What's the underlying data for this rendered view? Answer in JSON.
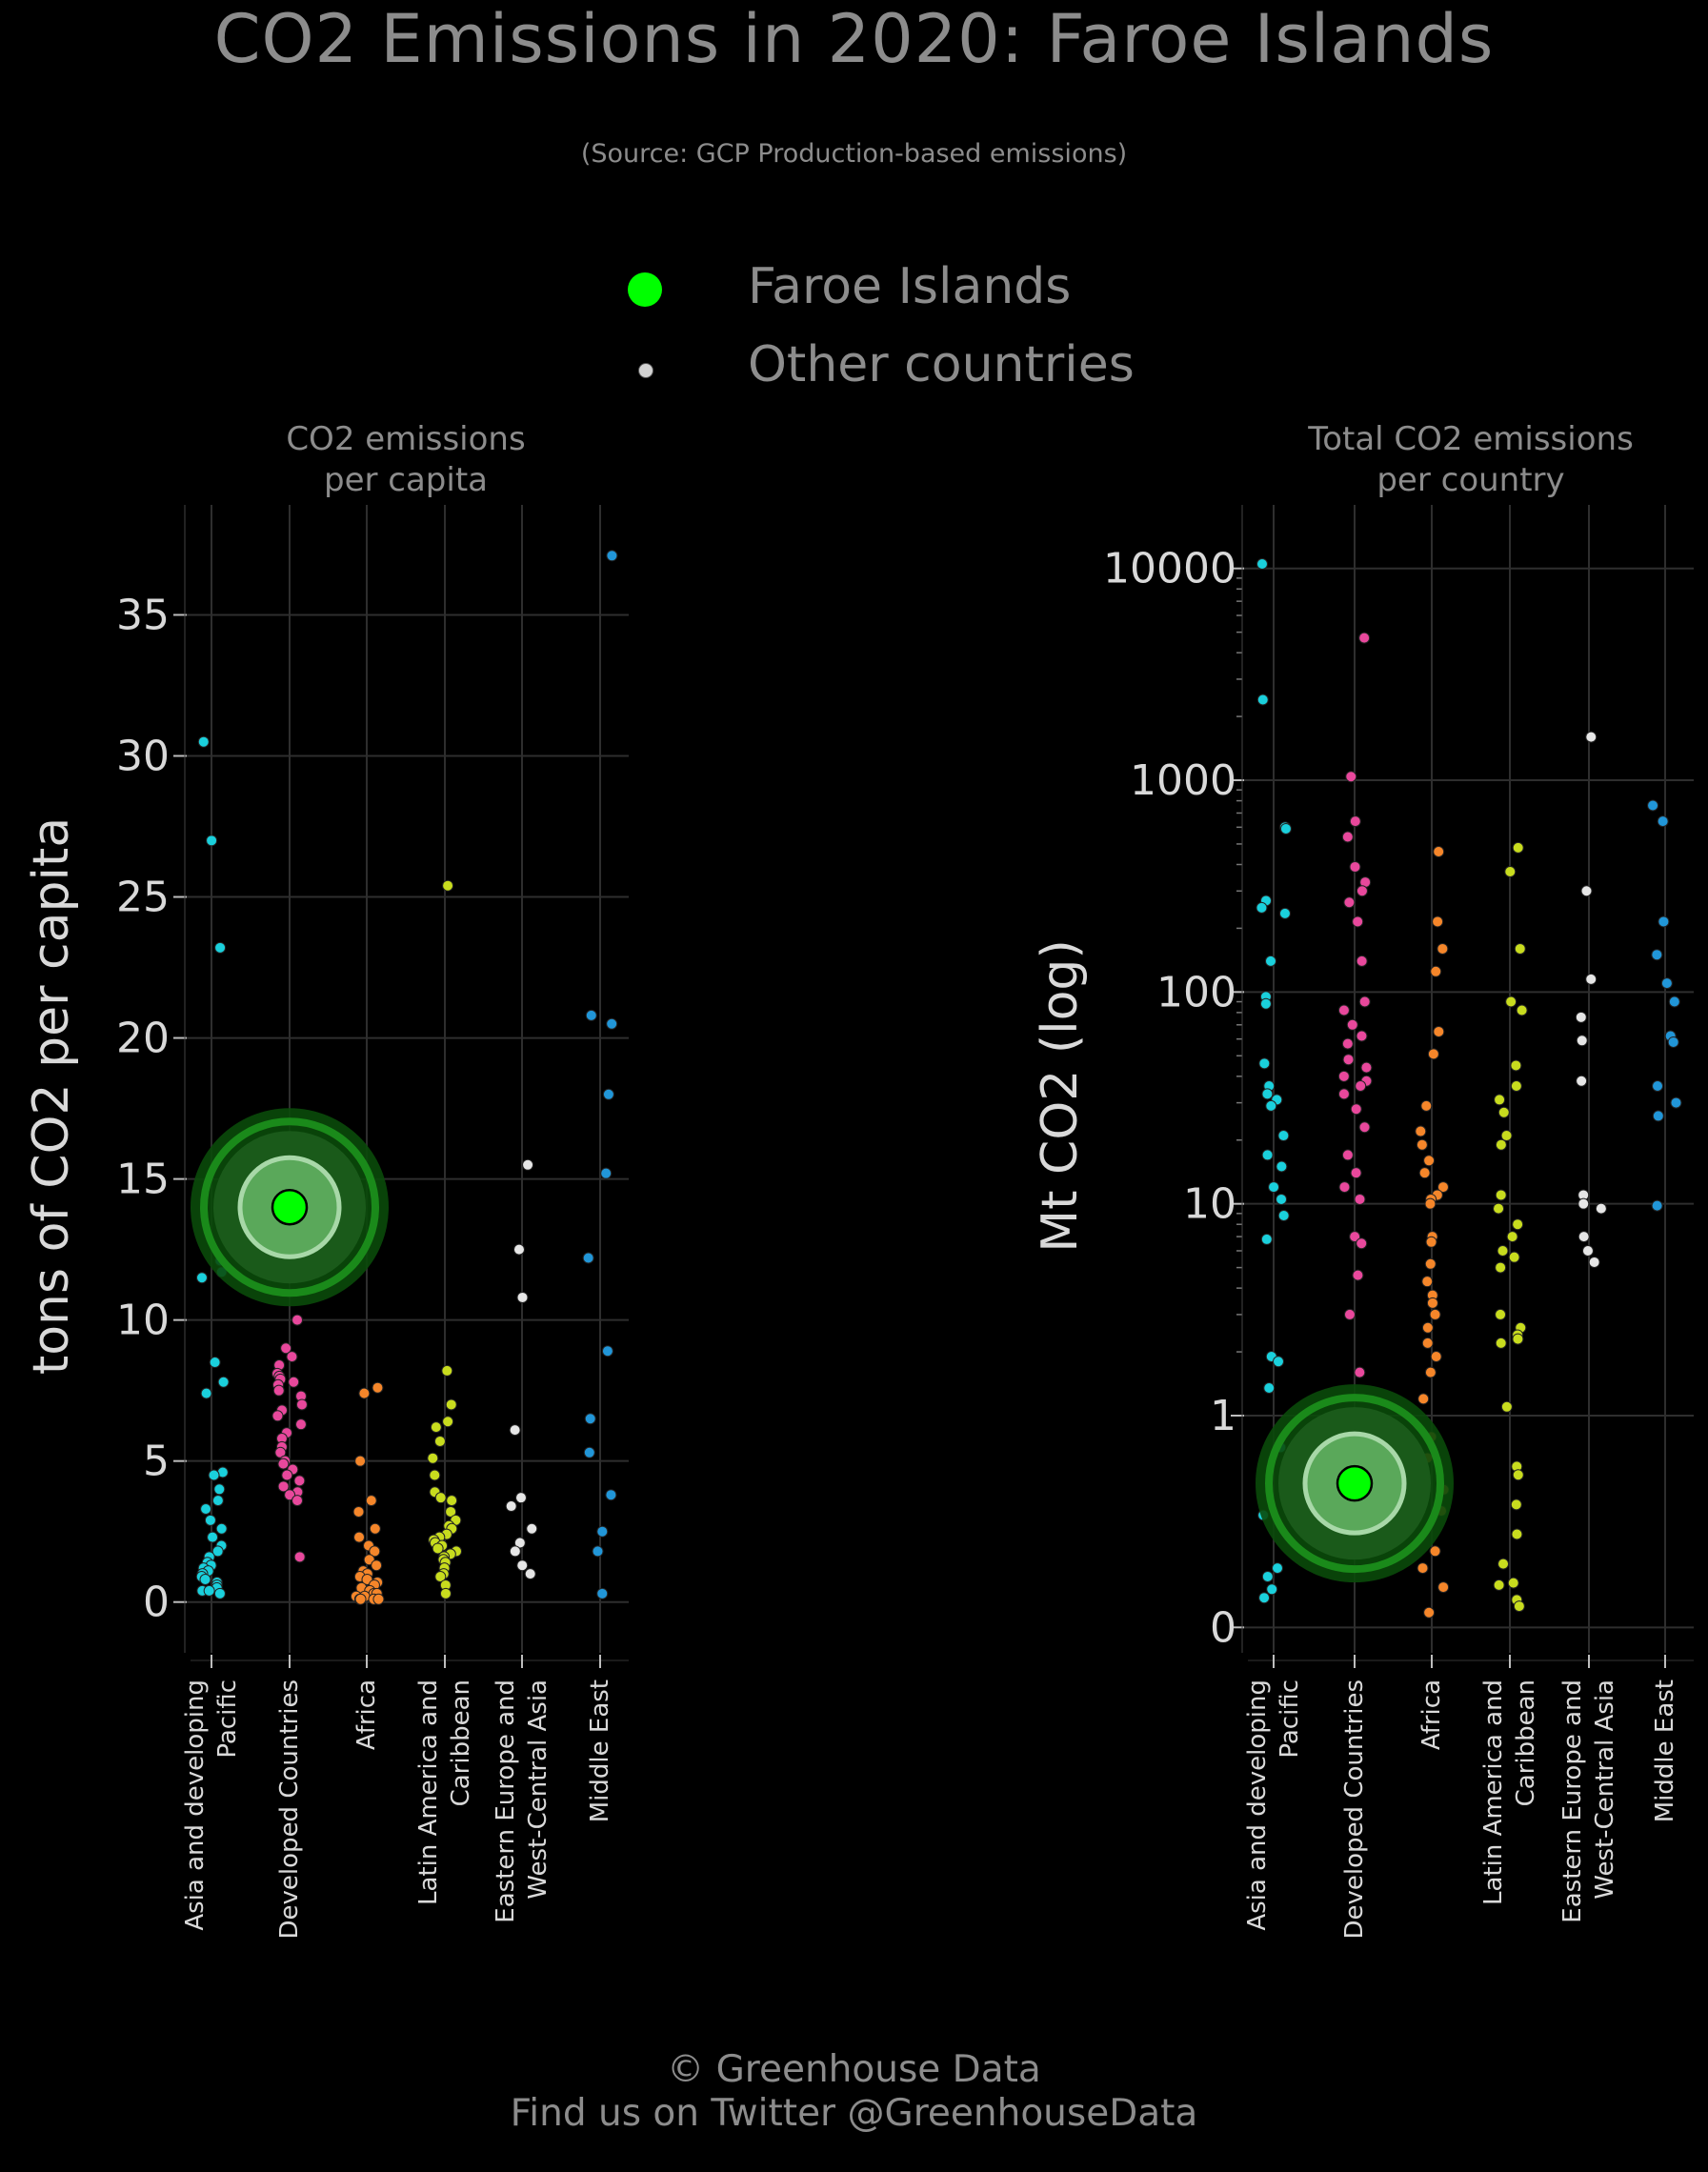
{
  "title": "CO2 Emissions in 2020: Faroe Islands",
  "subtitle": "(Source: GCP Production-based emissions)",
  "legend": [
    {
      "label": "Faroe Islands",
      "color": "#00ff00"
    },
    {
      "label": "Other countries",
      "color": "#d3d3d3"
    }
  ],
  "footer": {
    "line1": "© Greenhouse Data",
    "line2": "Find us on Twitter @GreenhouseData"
  },
  "colors": {
    "Asia and developing Pacific": "#1ad0dc",
    "Developed Countries": "#e8489c",
    "Africa": "#f5862a",
    "Latin America and Caribbean": "#c8dc1e",
    "Eastern Europe and West-Central Asia": "#e6e6e6",
    "Middle East": "#2196d8",
    "highlight": "#00ff00"
  },
  "chart_data": [
    {
      "type": "scatter",
      "panel_title": "CO2 emissions\nper capita",
      "ylabel": "tons of CO2 per capita",
      "ylim": [
        -1.8,
        38.9
      ],
      "yticks": [
        "0",
        "5",
        "10",
        "15",
        "20",
        "25",
        "30",
        "35"
      ],
      "scale": "linear",
      "grid": true,
      "categories": [
        "Asia and developing\nPacific",
        "Developed Countries",
        "Africa",
        "Latin America and\nCaribbean",
        "Eastern Europe and\nWest-Central Asia",
        "Middle East"
      ],
      "highlight": {
        "category": "Developed Countries",
        "value": 14.0
      },
      "series": [
        {
          "values": [
            30.5,
            27.0,
            23.2,
            12.1,
            11.7,
            11.5,
            8.5,
            7.8,
            7.4,
            4.6,
            4.5,
            4.0,
            3.6,
            3.3,
            2.9,
            2.6,
            2.3,
            2.0,
            1.8,
            1.6,
            1.4,
            1.3,
            1.2,
            1.1,
            1.0,
            0.9,
            0.8,
            0.7,
            0.6,
            0.5,
            0.4,
            0.4,
            0.3
          ]
        },
        {
          "values": [
            15.4,
            13.1,
            10.0,
            9.0,
            8.7,
            8.4,
            8.1,
            8.0,
            7.9,
            7.8,
            7.7,
            7.5,
            7.3,
            7.0,
            6.8,
            6.6,
            6.3,
            6.0,
            5.8,
            5.5,
            5.3,
            5.0,
            4.9,
            4.7,
            4.5,
            4.3,
            4.1,
            3.9,
            3.8,
            3.6,
            1.6
          ]
        },
        {
          "values": [
            7.6,
            7.4,
            5.0,
            3.6,
            3.2,
            2.6,
            2.3,
            2.0,
            1.8,
            1.5,
            1.3,
            1.1,
            1.0,
            0.9,
            0.8,
            0.7,
            0.6,
            0.5,
            0.4,
            0.3,
            0.3,
            0.2,
            0.2,
            0.1,
            0.1,
            0.1,
            0.1
          ]
        },
        {
          "values": [
            25.4,
            8.2,
            7.0,
            6.4,
            6.2,
            5.7,
            5.1,
            4.5,
            3.9,
            3.7,
            3.6,
            3.2,
            2.9,
            2.7,
            2.6,
            2.4,
            2.3,
            2.2,
            2.1,
            2.0,
            1.9,
            1.8,
            1.7,
            1.6,
            1.5,
            1.4,
            1.2,
            1.0,
            0.9,
            0.6,
            0.3
          ]
        },
        {
          "values": [
            15.5,
            12.5,
            10.8,
            6.1,
            3.7,
            3.4,
            2.6,
            2.1,
            1.8,
            1.3,
            1.0
          ]
        },
        {
          "values": [
            37.1,
            20.8,
            20.5,
            18.0,
            15.2,
            12.2,
            8.9,
            6.5,
            5.3,
            3.8,
            2.5,
            1.8,
            0.3
          ]
        }
      ]
    },
    {
      "type": "scatter",
      "panel_title": "Total CO2 emissions\nper country",
      "ylabel": "Mt CO2 (log)",
      "ylim": [
        -0.12,
        4.3
      ],
      "yticks": [
        "0",
        "1",
        "10",
        "100",
        "1000",
        "10000"
      ],
      "scale": "log",
      "grid": true,
      "categories": [
        "Asia and developing\nPacific",
        "Developed Countries",
        "Africa",
        "Latin America and\nCaribbean",
        "Eastern Europe and\nWest-Central Asia",
        "Middle East"
      ],
      "highlight": {
        "category": "Developed Countries",
        "value": 0.68
      },
      "series": [
        {
          "values": [
            10500,
            2400,
            600,
            590,
            270,
            250,
            235,
            140,
            95,
            88,
            46,
            36,
            33,
            31,
            29,
            21,
            17,
            15,
            12,
            10.5,
            8.8,
            6.8,
            1.9,
            1.8,
            1.35,
            0.85,
            0.53,
            0.28,
            0.24,
            0.18,
            0.14
          ]
        },
        {
          "values": [
            4700,
            1040,
            640,
            540,
            390,
            330,
            300,
            265,
            215,
            140,
            90,
            82,
            70,
            62,
            57,
            48,
            44,
            40,
            38,
            36,
            33,
            28,
            23,
            17,
            14,
            12,
            10.5,
            7,
            6.5,
            4.6,
            3.0,
            1.6,
            0.52
          ]
        },
        {
          "values": [
            460,
            215,
            160,
            125,
            65,
            51,
            29,
            22,
            19,
            16,
            14,
            12,
            11,
            10.5,
            10,
            7,
            6.6,
            5.2,
            4.3,
            3.7,
            3.4,
            3.0,
            2.6,
            2.2,
            1.9,
            1.6,
            1.2,
            0.9,
            0.8,
            0.65,
            0.55,
            0.36,
            0.28,
            0.19,
            0.07
          ]
        },
        {
          "values": [
            480,
            370,
            160,
            90,
            82,
            45,
            36,
            31,
            27,
            21,
            19,
            11,
            9.5,
            8,
            7,
            6,
            5.6,
            5,
            3,
            2.6,
            2.4,
            2.3,
            2.2,
            1.1,
            0.76,
            0.72,
            0.58,
            0.44,
            0.3,
            0.21,
            0.2,
            0.13,
            0.1
          ]
        },
        {
          "values": [
            1600,
            300,
            115,
            76,
            59,
            38,
            11,
            10,
            9.5,
            7,
            6,
            5.3
          ]
        },
        {
          "values": [
            760,
            640,
            215,
            150,
            110,
            90,
            62,
            58,
            36,
            30,
            26,
            9.8
          ]
        }
      ]
    }
  ]
}
